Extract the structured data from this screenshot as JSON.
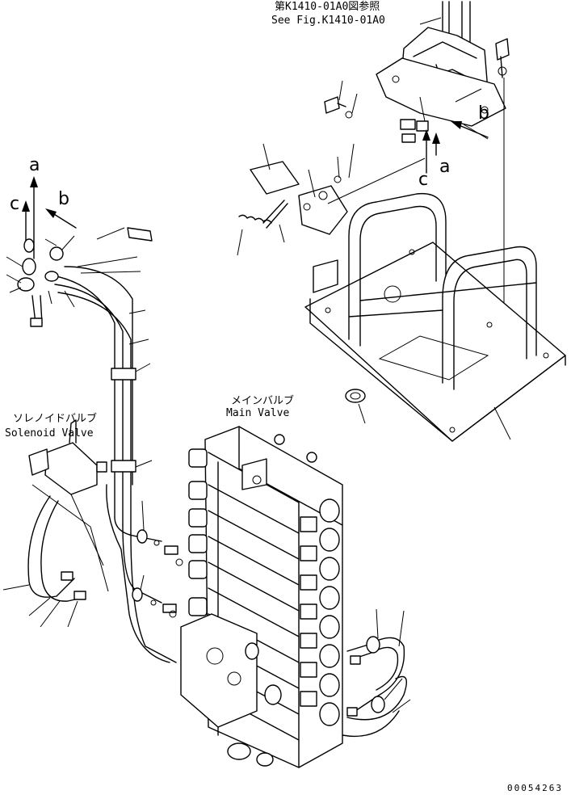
{
  "references": {
    "fig_ref_jp": "第K1410-01A0図参照",
    "fig_ref_en": "See Fig.K1410-01A0"
  },
  "parts": {
    "main_valve_jp": "メインバルブ",
    "main_valve_en": "Main Valve",
    "solenoid_valve_jp": "ソレノイドバルブ",
    "solenoid_valve_en": "Solenoid Valve"
  },
  "arrow_letters": {
    "a_left": "a",
    "b_left": "b",
    "c_left": "c",
    "a_right": "a",
    "b_right": "b",
    "c_right": "c"
  },
  "drawing_number": "00054263",
  "icons": [
    "arrow-up-icon",
    "arrow-diagonal-icon"
  ]
}
